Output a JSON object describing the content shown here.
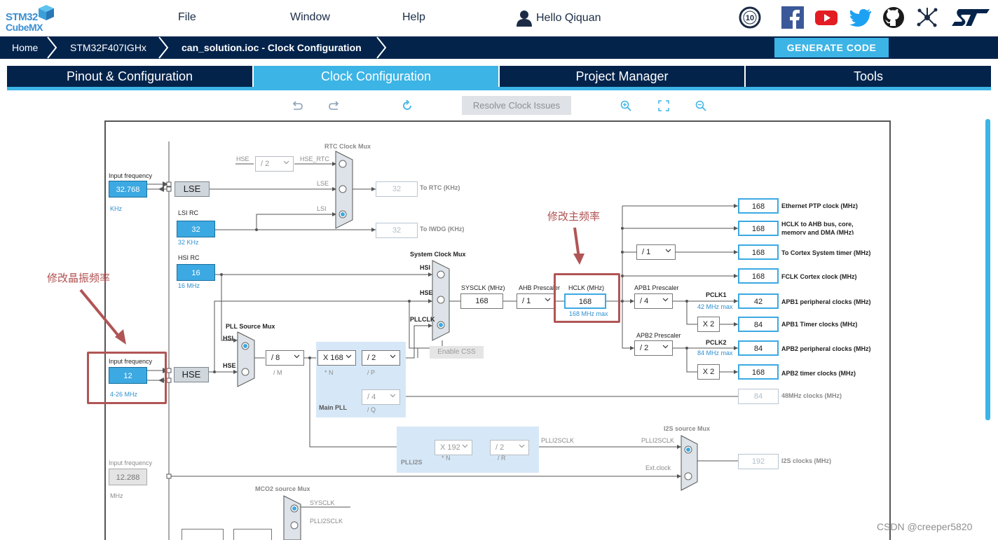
{
  "app": {
    "logo_line1": "STM32",
    "logo_line2": "CubeMX"
  },
  "menu": {
    "file": "File",
    "window": "Window",
    "help": "Help",
    "user": "Hello Qiquan"
  },
  "breadcrumb": {
    "home": "Home",
    "device": "STM32F407IGHx",
    "file": "can_solution.ioc - Clock Configuration"
  },
  "generate_label": "GENERATE CODE",
  "tabs": [
    "Pinout & Configuration",
    "Clock Configuration",
    "Project Manager",
    "Tools"
  ],
  "toolbar": {
    "resolve": "Resolve Clock Issues"
  },
  "colors": {
    "accent": "#3cb4e5",
    "navy": "#03234b",
    "annotation": "#b05050"
  },
  "icons": [
    "st-10-years-icon",
    "facebook-icon",
    "youtube-icon",
    "twitter-icon",
    "github-icon",
    "network-icon",
    "st-logo-icon"
  ],
  "clock": {
    "lse": {
      "freq_label": "Input frequency",
      "value": "32.768",
      "unit": "KHz",
      "name": "LSE"
    },
    "lsi": {
      "name": "LSI RC",
      "value": "32",
      "sub": "32 KHz"
    },
    "hsi": {
      "name": "HSI RC",
      "value": "16",
      "sub": "16 MHz"
    },
    "hse": {
      "freq_label": "Input frequency",
      "value": "12",
      "range": "4-26 MHz",
      "name": "HSE"
    },
    "i2s_ext": {
      "freq_label": "Input frequency",
      "value": "12.288",
      "unit": "MHz"
    },
    "rtc_mux": {
      "title": "RTC Clock Mux",
      "hse": "HSE",
      "hse_div": "/ 2",
      "hse_rtc": "HSE_RTC",
      "lse": "LSE",
      "lsi": "LSI",
      "out": "32",
      "out_label": "To RTC (KHz)",
      "iwdg": "32",
      "iwdg_label": "To IWDG (KHz)"
    },
    "sys_mux": {
      "title": "System Clock Mux",
      "hsi": "HSI",
      "hse": "HSE",
      "pllclk": "PLLCLK"
    },
    "pll_src": {
      "title": "PLL Source Mux",
      "hsi": "HSI",
      "hse": "HSE"
    },
    "pll": {
      "m": "/ 8",
      "m_label": "/ M",
      "n": "X 168",
      "n_label": "* N",
      "p": "/ 2",
      "p_label": "/ P",
      "q": "/ 4",
      "q_label": "/ Q",
      "title": "Main PLL"
    },
    "sysclk": {
      "label": "SYSCLK (MHz)",
      "value": "168"
    },
    "ahb": {
      "label": "AHB Prescaler",
      "value": "/ 1"
    },
    "hclk": {
      "label": "HCLK (MHz)",
      "value": "168",
      "max": "168 MHz max"
    },
    "apb1": {
      "label": "APB1 Prescaler",
      "value": "/ 4",
      "pclk": "PCLK1",
      "pclk_max": "42 MHz max",
      "x2": "X 2"
    },
    "apb2": {
      "label": "APB2 Prescaler",
      "value": "/ 2",
      "pclk": "PCLK2",
      "pclk_max": "84 MHz max",
      "x2": "X 2"
    },
    "cortex_div": "/ 1",
    "enable_css": "Enable CSS",
    "outputs": [
      {
        "value": "168",
        "label": "Ethernet PTP clock (MHz)"
      },
      {
        "value": "168",
        "label": "HCLK to AHB bus, core,",
        "label2": "memory and DMA (MHz)"
      },
      {
        "value": "168",
        "label": "To Cortex System timer (MHz)"
      },
      {
        "value": "168",
        "label": "FCLK Cortex clock (MHz)"
      },
      {
        "value": "42",
        "label": "APB1 peripheral clocks (MHz)"
      },
      {
        "value": "84",
        "label": "APB1 Timer clocks (MHz)"
      },
      {
        "value": "84",
        "label": "APB2 peripheral clocks (MHz)"
      },
      {
        "value": "168",
        "label": "APB2 timer clocks (MHz)"
      },
      {
        "value": "84",
        "label": "48MHz clocks (MHz)"
      }
    ],
    "plli2s": {
      "n": "X 192",
      "n_label": "* N",
      "r": "/ 2",
      "r_label": "/ R",
      "title": "PLLI2S",
      "out": "PLLI2SCLK"
    },
    "i2s_mux": {
      "title": "I2S source Mux",
      "in1": "PLLI2SCLK",
      "in2": "Ext.clock",
      "out": "192",
      "out_label": "I2S clocks (MHz)"
    },
    "mco2": {
      "title": "MCO2 source Mux",
      "sysclk": "SYSCLK",
      "plli2s": "PLLI2SCLK"
    }
  },
  "annotations": {
    "main_freq": "修改主频率",
    "crystal": "修改晶振频率"
  },
  "watermark": "CSDN @creeper5820"
}
